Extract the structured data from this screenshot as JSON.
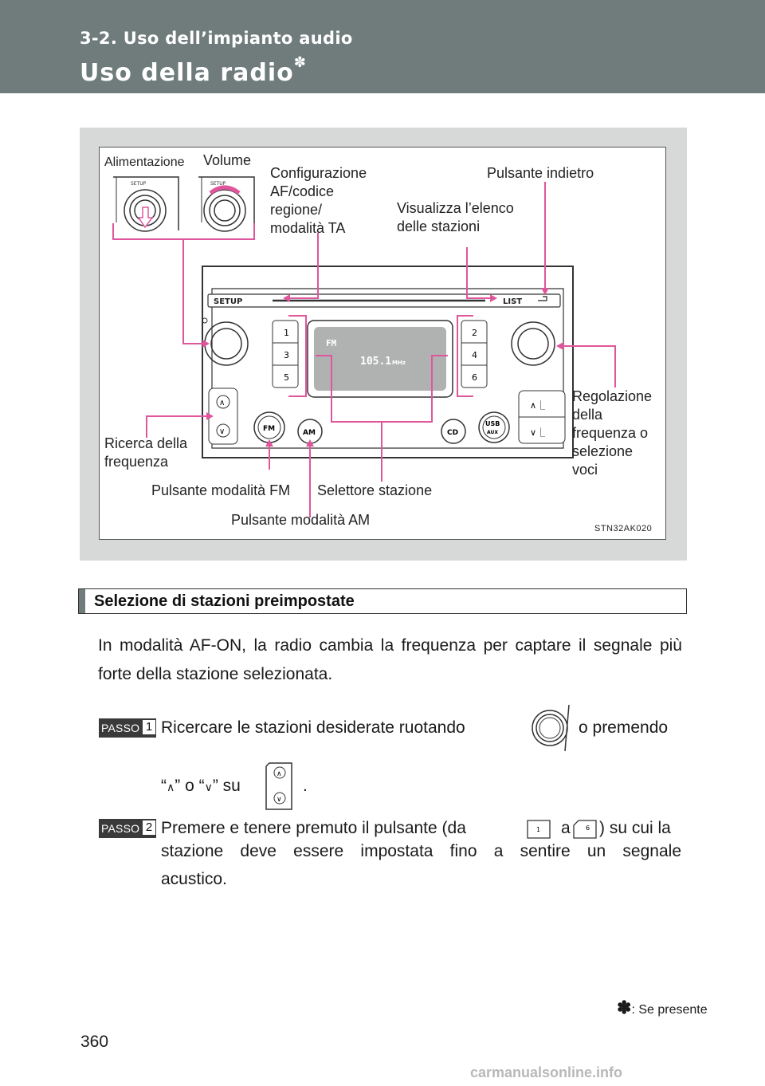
{
  "header": {
    "section": "3-2. Uso dell’impianto audio",
    "title": "Uso della radio",
    "title_mark": "✽"
  },
  "figure": {
    "labels": {
      "alimentazione": "Alimentazione",
      "volume": "Volume",
      "config_line1": "Configurazione",
      "config_line2": "AF/codice",
      "config_line3": "regione/",
      "config_line4": "modalità TA",
      "back": "Pulsante indietro",
      "list_line1": "Visualizza l’elenco",
      "list_line2": "delle stazioni",
      "tune_line1": "Regolazione",
      "tune_line2": "della",
      "tune_line3": "frequenza o",
      "tune_line4": "selezione",
      "tune_line5": "voci",
      "seek_line1": "Ricerca della",
      "seek_line2": "frequenza",
      "fm_button": "Pulsante modalità FM",
      "station_selector": "Selettore stazione",
      "am_button": "Pulsante modalità AM"
    },
    "unit": {
      "setup": "SETUP",
      "list": "LIST",
      "fm": "FM",
      "am": "AM",
      "cd": "CD",
      "usb": "USB",
      "aux": "AUX",
      "display_band": "FM",
      "display_freq": "105.1",
      "display_unit": "MHz",
      "preset1": "1",
      "preset2": "2",
      "preset3": "3",
      "preset4": "4",
      "preset5": "5",
      "preset6": "6"
    },
    "code": "STN32AK020"
  },
  "section": {
    "heading": "Selezione di stazioni preimpostate",
    "paragraph": "In modalità AF-ON, la radio cambia la frequenza per captare il segnale più forte della stazione selezionata."
  },
  "steps": {
    "word": "PASSO",
    "s1_num": "1",
    "s1_text_a": "Ricercare le stazioni desiderate ruotando",
    "s1_text_b": "o premendo",
    "s1_line2_a": "“",
    "s1_up": "∧",
    "s1_line2_b": "” o “",
    "s1_down": "∨",
    "s1_line2_c": "” su",
    "s1_line2_end": ".",
    "s2_num": "2",
    "s2_l1_a": "Premere e tenere premuto il pulsante (da",
    "s2_l1_b": "a",
    "s2_l1_c": ") su cui la",
    "s2_l2": "stazione deve essere impostata fino a sentire un segnale",
    "s2_l3": "acustico.",
    "s2_icon1": "1",
    "s2_icon6": "6"
  },
  "footer": {
    "page": "360",
    "note_mark": "✽",
    "note": ": Se presente",
    "watermark": "carmanualsonline.info"
  },
  "colors": {
    "header_bg": "#6f7c7b",
    "figure_bg": "#d7d9d8",
    "callout": "#e0569c",
    "device": "#333333"
  }
}
